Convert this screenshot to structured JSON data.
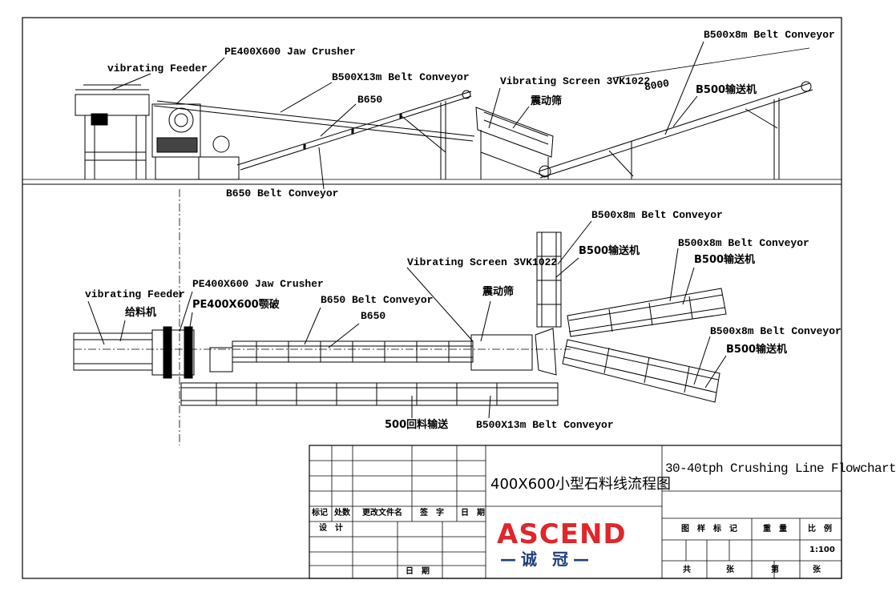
{
  "side_view": {
    "feeder": "vibrating  Feeder",
    "jaw_crusher": "PE400X600 Jaw Crusher",
    "conveyor_13m": "B500X13m Belt Conveyor",
    "b650": "B650",
    "b650_conveyor": "B650 Belt Conveyor",
    "screen": "Vibrating Screen 3VK1022",
    "screen_cn": "震动筛",
    "conveyor_8m": "B500x8m Belt Conveyor",
    "conveyor_8m_cn": "B500输送机",
    "dimension": "8000"
  },
  "plan_view": {
    "feeder": "vibrating  Feeder",
    "feeder_cn": "给料机",
    "jaw_crusher": "PE400X600 Jaw Crusher",
    "jaw_crusher_cn": "PE400X600颚破",
    "b650_conveyor": "B650 Belt Conveyor",
    "b650": "B650",
    "screen": "Vibrating Screen 3VK1022",
    "screen_cn": "震动筛",
    "conveyor_top": "B500x8m Belt Conveyor",
    "conveyor_top_cn": "B500输送机",
    "conveyor_right": "B500x8m Belt Conveyor",
    "conveyor_right_cn": "B500输送机",
    "conveyor_lower": "B500x8m Belt Conveyor",
    "conveyor_lower_cn": "B500输送机",
    "return_conveyor": "500回料输送",
    "conveyor_13m": "B500X13m Belt Conveyor"
  },
  "title_block": {
    "headers": [
      "标记",
      "处数",
      "更改文件名",
      "签　字",
      "日　期"
    ],
    "design": "设　计",
    "date": "日　期",
    "drawing_title_cn": "400X600小型石料线流程图",
    "drawing_title_en": "30-40tph Crushing Line Flowchart",
    "company": "ASCEND",
    "company_cn": "—诚 冠—",
    "stage_mark": "图　样　标　记",
    "weight": "重　量",
    "scale_label": "比　例",
    "scale_value": "1:100",
    "total": "共",
    "sheets": "张",
    "sheet_no": "第",
    "sheets2": "张"
  },
  "colors": {
    "line": "#000000",
    "logo_red": "#e0262b",
    "logo_blue": "#1f3d7a"
  }
}
